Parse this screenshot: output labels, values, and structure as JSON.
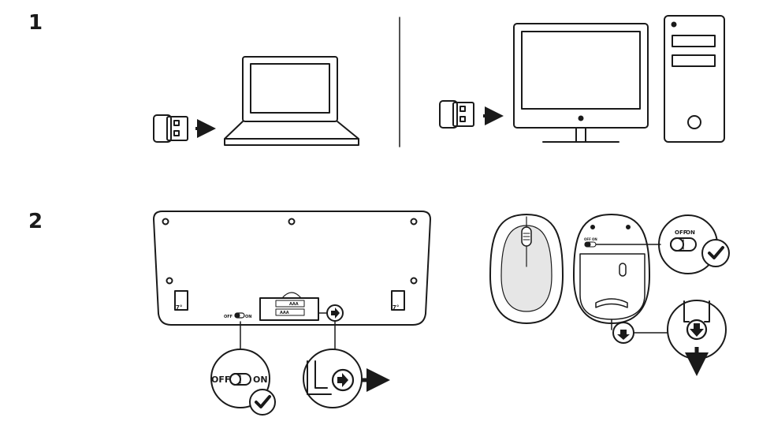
{
  "steps": [
    {
      "number": "1"
    },
    {
      "number": "2"
    }
  ],
  "keyboard_switch": {
    "small_off": "OFF",
    "small_on": "ON",
    "zoom_off": "OFF",
    "zoom_on": "ON",
    "battery_top": "AAA",
    "battery_bottom": "AAA",
    "foot_left": "7°",
    "foot_right": "7°"
  },
  "mouse_switch": {
    "small_off": "OFF",
    "small_on": "ON",
    "zoom_off": "OFF",
    "zoom_on": "ON"
  },
  "colors": {
    "stroke": "#1a1a1a",
    "fill": "#ffffff",
    "mouse_shade": "#e6e6e6"
  }
}
